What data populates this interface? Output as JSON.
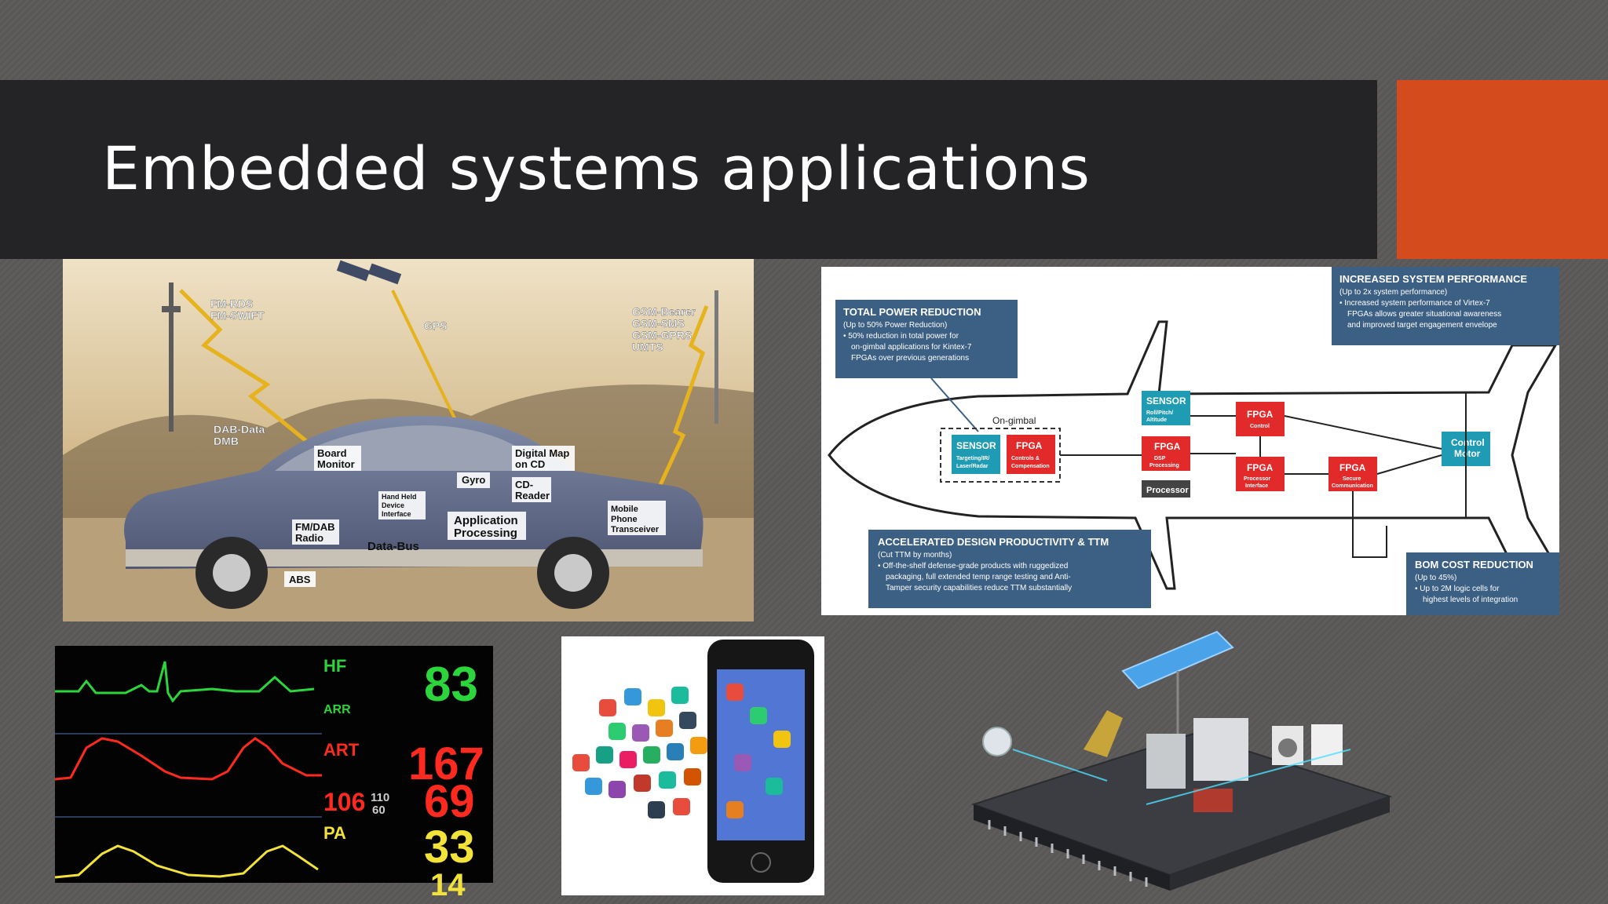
{
  "slide": {
    "title": "Embedded systems applications",
    "accent_color": "#d44b1e",
    "title_bar_color": "#242326"
  },
  "car": {
    "labels": {
      "fm_rds": "FM-RDS",
      "fm_swift": "FM-SWIFT",
      "gps": "GPS",
      "gsm_bearer": "GSM-Bearer",
      "gsm_sms": "GSM-SMS",
      "gsm_gprs": "GSM-GPRS",
      "umts": "UMTS",
      "dab_data": "DAB-Data",
      "dmb": "DMB",
      "board_monitor_1": "Board",
      "board_monitor_2": "Monitor",
      "digital_map_1": "Digital Map",
      "digital_map_2": "on CD",
      "gyro": "Gyro",
      "cd_reader_1": "CD-",
      "cd_reader_2": "Reader",
      "hand_held_1": "Hand Held",
      "hand_held_2": "Device",
      "hand_held_3": "Interface",
      "app_proc_1": "Application",
      "app_proc_2": "Processing",
      "mobile_1": "Mobile",
      "mobile_2": "Phone",
      "mobile_3": "Transceiver",
      "fm_dab_1": "FM/DAB",
      "fm_dab_2": "Radio",
      "data_bus": "Data-Bus",
      "abs": "ABS"
    }
  },
  "missile": {
    "total_power": {
      "title": "TOTAL POWER REDUCTION",
      "sub": "(Up to 50% Power Reduction)",
      "l1": "• 50% reduction in total power for",
      "l2": "on-gimbal applications for Kintex-7",
      "l3": "FPGAs over previous generations"
    },
    "perf": {
      "title": "INCREASED SYSTEM PERFORMANCE",
      "sub": "(Up to 2x system performance)",
      "l1": "• Increased system performance of Virtex-7",
      "l2": "FPGAs allows greater situational awareness",
      "l3": "and improved target engagement envelope"
    },
    "design": {
      "title": "ACCELERATED DESIGN PRODUCTIVITY & TTM",
      "sub": "(Cut TTM by months)",
      "l1": "• Off-the-shelf defense-grade products with ruggedized",
      "l2": "packaging, full extended temp range testing and Anti-",
      "l3": "Tamper security capabilities reduce TTM substantially"
    },
    "bom": {
      "title": "BOM COST REDUCTION",
      "sub": "(Up to 45%)",
      "l1": "• Up to 2M logic cells for",
      "l2": "highest levels of integration"
    },
    "on_gimbal": "On-gimbal",
    "sensor_1": "SENSOR",
    "sensor_1_sub": "Targeting/IR/",
    "sensor_1_sub2": "Laser/Radar",
    "fpga_1": "FPGA",
    "fpga_1_sub": "Controls &",
    "fpga_1_sub2": "Compensation",
    "sensor_2": "SENSOR",
    "sensor_2_sub": "Roll/Pitch/",
    "sensor_2_sub2": "Altitude",
    "fpga_control": "FPGA",
    "fpga_control_sub": "Control",
    "fpga_dsp": "FPGA",
    "fpga_dsp_sub": "DSP",
    "fpga_dsp_sub2": "Processing",
    "fpga_proc": "FPGA",
    "fpga_proc_sub": "Processor",
    "fpga_proc_sub2": "Interface",
    "fpga_secure": "FPGA",
    "fpga_secure_sub": "Secure",
    "fpga_secure_sub2": "Communication",
    "processor": "Processor",
    "control_motor_1": "Control",
    "control_motor_2": "Motor"
  },
  "monitor": {
    "hf": "HF",
    "hf_val": "83",
    "arr": "ARR",
    "art": "ART",
    "art_val": "167",
    "pa_sys": "106",
    "small_1": "110",
    "small_2": "60",
    "art_low": "69",
    "pa": "PA",
    "pa_val": "33",
    "pa_low": "14",
    "colors": {
      "hf": "#2bd53b",
      "art": "#ff2a1f",
      "pa": "#f2e23a"
    }
  }
}
